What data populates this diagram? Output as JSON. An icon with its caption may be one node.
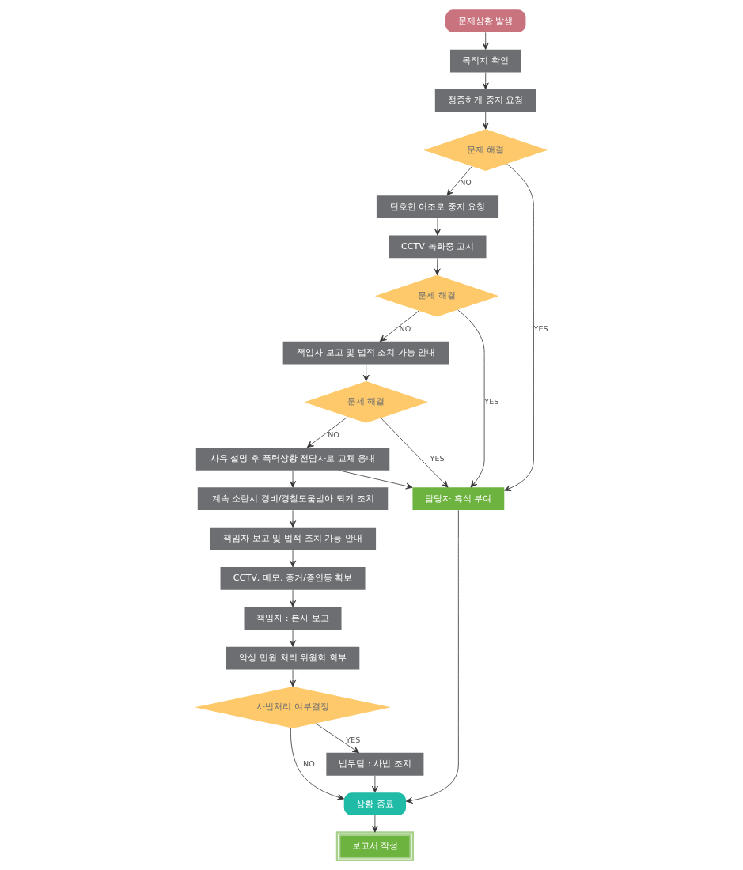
{
  "diagram": {
    "nodes": [
      {
        "text": [
          "문제상황 발생"
        ]
      },
      {
        "text": [
          "목적지 확인"
        ]
      },
      {
        "text": [
          "정중하게 중지 요청"
        ]
      },
      {
        "text": [
          "문제 해결"
        ]
      },
      {
        "text": [
          "단호한 어조로 중지 요청"
        ]
      },
      {
        "text": [
          "CCTV 녹화중 고지"
        ]
      },
      {
        "text": [
          "문제 해결"
        ]
      },
      {
        "text": [
          "책임자 보고 및 법적 조치 가능 안내"
        ]
      },
      {
        "text": [
          "문제 해결"
        ]
      },
      {
        "text": [
          "사유 설명 후 폭력상황 전담자로 교체 응대"
        ]
      },
      {
        "text": [
          "계속 소란시 경비/경찰도움받아 퇴거 조치"
        ]
      },
      {
        "text": [
          "책임자 보고 및 법적 조치 가능 안내"
        ]
      },
      {
        "text": [
          "CCTV, 메모, 증거/증인등 확보"
        ]
      },
      {
        "text": [
          "책임자 : 본사 보고"
        ]
      },
      {
        "text": [
          "악성 민원 처리 위원회 회부"
        ]
      },
      {
        "text": [
          "사법처리 여부결정"
        ]
      },
      {
        "text": [
          "담당자 휴식 부여"
        ]
      },
      {
        "text": [
          "상황 종료"
        ]
      },
      {
        "text": [
          "법무팀 : 사법 조치"
        ]
      },
      {
        "text": [
          "보고서 작성"
        ]
      }
    ],
    "edges": [
      {
        "from": 0,
        "to": 1,
        "arrow": "to"
      },
      {
        "from": 1,
        "to": 2,
        "arrow": "to"
      },
      {
        "from": 2,
        "to": 3,
        "arrow": "to"
      },
      {
        "from": 3,
        "to": 4,
        "arrow": "to",
        "label": "NO"
      },
      {
        "from": 3,
        "to": 16,
        "arrow": "to",
        "label": "YES"
      },
      {
        "from": 4,
        "to": 5,
        "arrow": "to"
      },
      {
        "from": 5,
        "to": 6,
        "arrow": "to"
      },
      {
        "from": 6,
        "to": 7,
        "arrow": "to",
        "label": "NO"
      },
      {
        "from": 6,
        "to": 16,
        "arrow": "to",
        "label": "YES"
      },
      {
        "from": 7,
        "to": 8,
        "arrow": "to"
      },
      {
        "from": 8,
        "to": 9,
        "arrow": "to",
        "label": "NO"
      },
      {
        "from": 8,
        "to": 16,
        "arrow": "to",
        "label": "YES"
      },
      {
        "from": 9,
        "to": 10,
        "arrow": "to"
      },
      {
        "from": 9,
        "to": 16,
        "arrow": "to"
      },
      {
        "from": 10,
        "to": 11,
        "arrow": "to"
      },
      {
        "from": 11,
        "to": 12,
        "arrow": "to"
      },
      {
        "from": 12,
        "to": 13,
        "arrow": "to"
      },
      {
        "from": 13,
        "to": 14,
        "arrow": "to"
      },
      {
        "from": 14,
        "to": 15,
        "arrow": "to"
      },
      {
        "from": 15,
        "to": 18,
        "arrow": "to",
        "label": "YES"
      },
      {
        "from": 15,
        "to": 17,
        "arrow": "to",
        "label": "NO"
      },
      {
        "from": 16,
        "to": 17,
        "arrow": "to"
      },
      {
        "from": 18,
        "to": 17,
        "arrow": "to"
      },
      {
        "from": 17,
        "to": 19,
        "arrow": "to"
      }
    ]
  }
}
